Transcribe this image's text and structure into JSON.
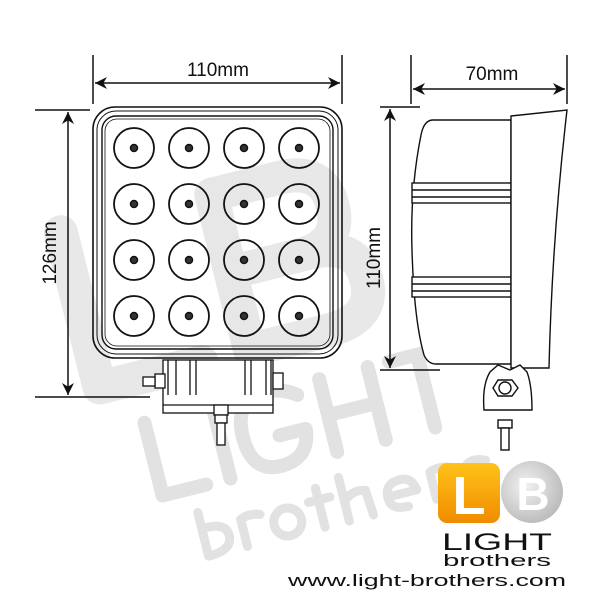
{
  "dimensions": {
    "front_width": "110mm",
    "front_height": "126mm",
    "side_height": "110mm",
    "side_depth": "70mm"
  },
  "led_grid": {
    "rows": 4,
    "cols": 4
  },
  "watermark": {
    "initials": "LB",
    "line1": "LIGHT",
    "line2": "brothers"
  },
  "logo": {
    "letter_left": "L",
    "letter_right": "B",
    "line1": "LIGHT",
    "line2": "brothers",
    "orange": "#f5a800",
    "gray": "#c8c8c8"
  },
  "website": "www.light-brothers.com"
}
